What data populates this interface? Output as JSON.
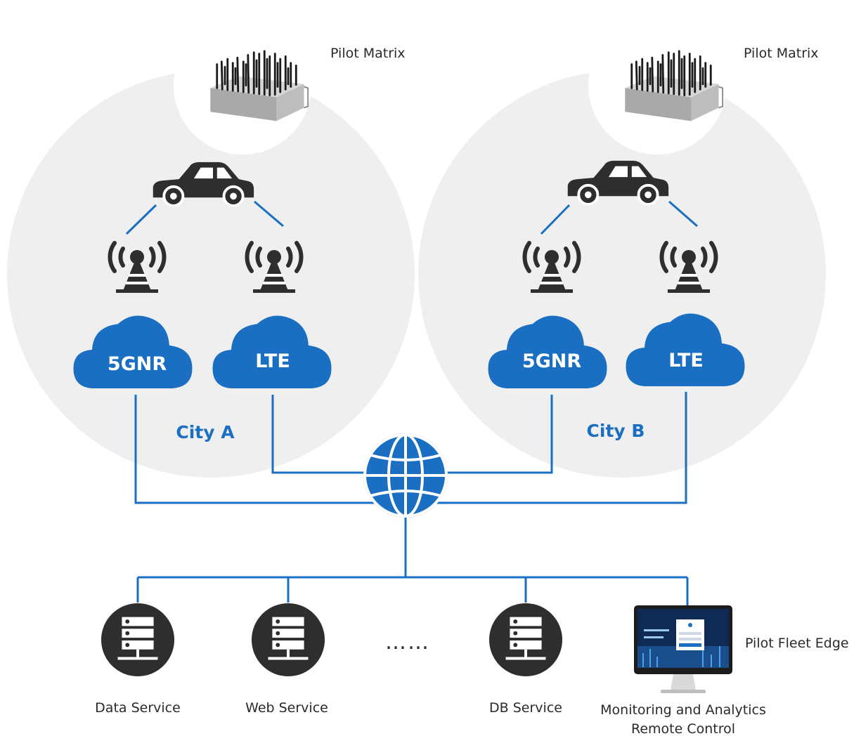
{
  "cities": [
    {
      "label": "City A",
      "device_label": "Pilot Matrix",
      "networks": [
        "5GNR",
        "LTE"
      ]
    },
    {
      "label": "City B",
      "device_label": "Pilot Matrix",
      "networks": [
        "5GNR",
        "LTE"
      ]
    }
  ],
  "services": {
    "items": [
      "Data Service",
      "Web Service",
      "DB Service"
    ],
    "ellipsis": "……",
    "edge_label": "Pilot Fleet Edge",
    "monitor_line1": "Monitoring and Analytics",
    "monitor_line2": "Remote Control"
  },
  "colors": {
    "accent": "#1a6fc2",
    "cloud": "#1a6fc2",
    "bubble": "#efefef",
    "icon_dark": "#2e2e2e"
  }
}
